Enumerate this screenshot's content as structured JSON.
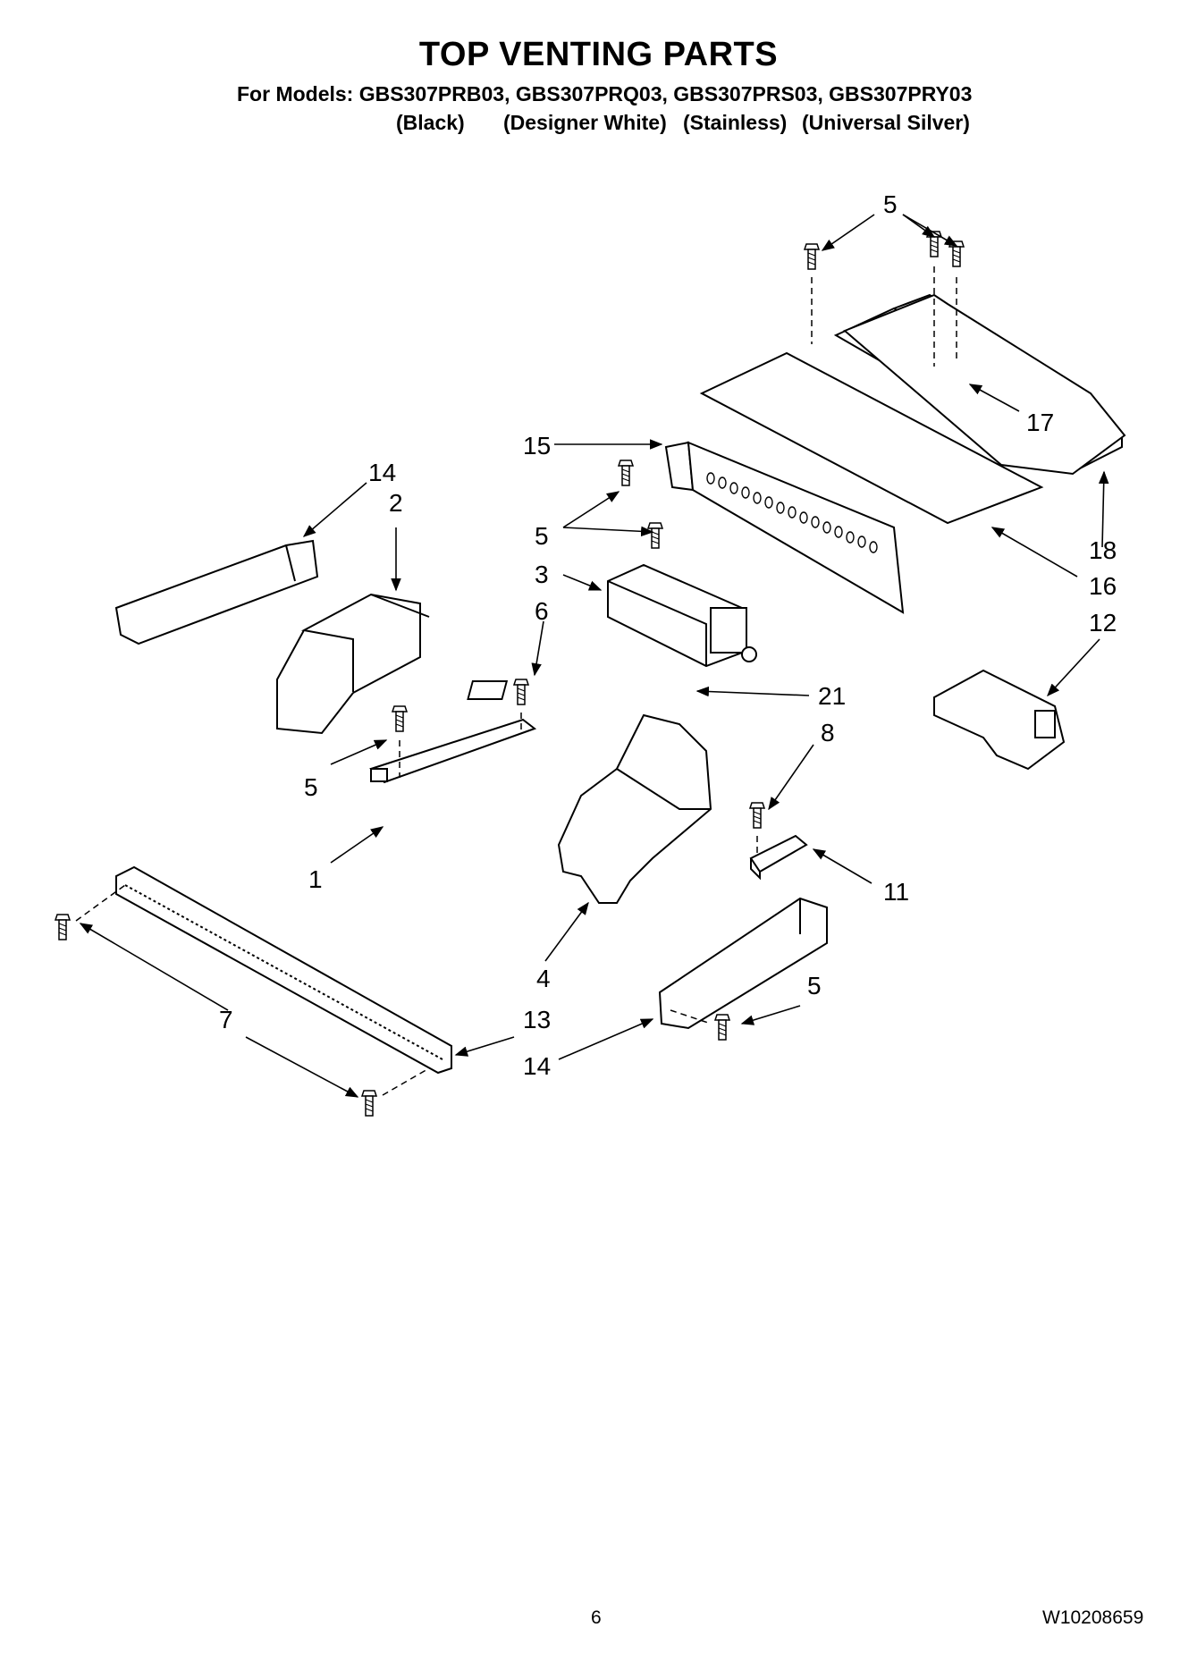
{
  "header": {
    "title": "TOP VENTING PARTS",
    "models_line": "For Models: GBS307PRB03, GBS307PRQ03, GBS307PRS03, GBS307PRY03",
    "colors": [
      "(Black)",
      "(Designer White)",
      "(Stainless)",
      "(Universal Silver)"
    ]
  },
  "callouts": {
    "c5_top": "5",
    "c17": "17",
    "c15": "15",
    "c14_left": "14",
    "c2": "2",
    "c5_mid": "5",
    "c3": "3",
    "c6": "6",
    "c18": "18",
    "c16": "16",
    "c12": "12",
    "c21": "21",
    "c8": "8",
    "c5_left": "5",
    "c1": "1",
    "c11": "11",
    "c4": "4",
    "c5_bot": "5",
    "c7": "7",
    "c13": "13",
    "c14_bot": "14"
  },
  "footer": {
    "page": "6",
    "doc_number": "W10208659"
  }
}
